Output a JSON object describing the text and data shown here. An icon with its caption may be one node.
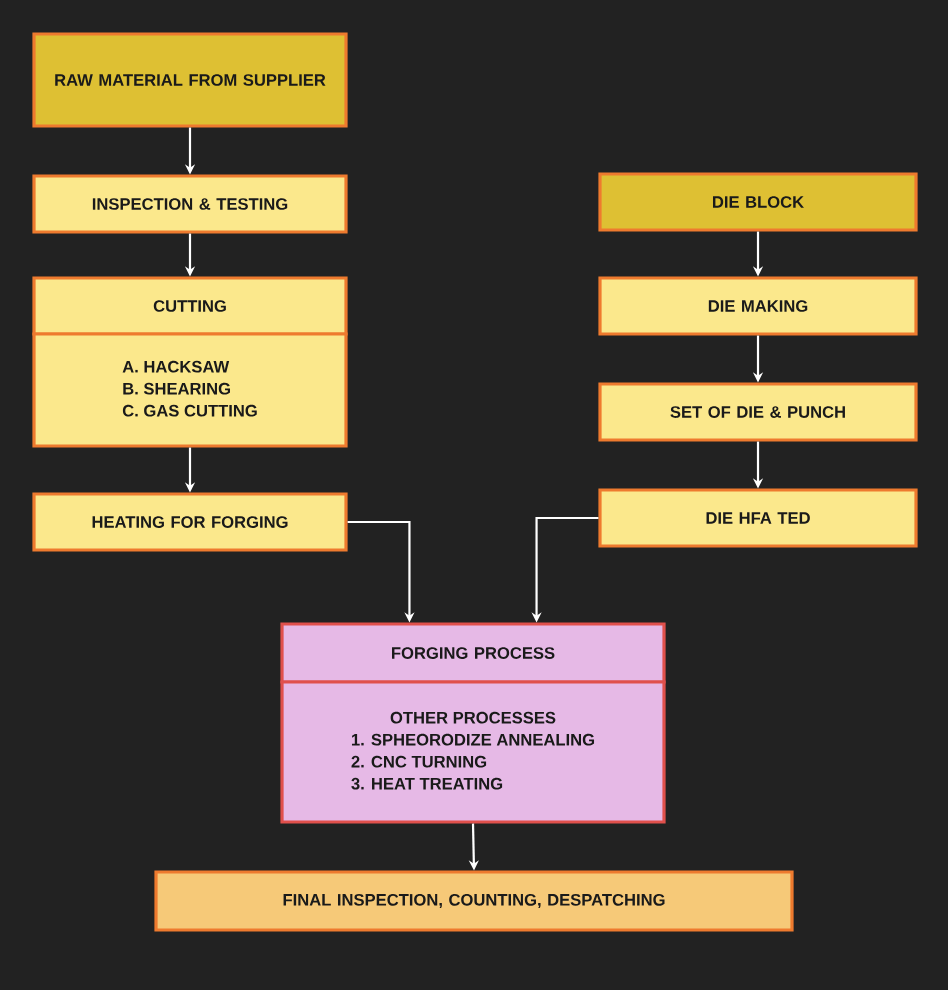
{
  "diagram": {
    "nodes": [
      {
        "text": [
          "RAW MATERIAL FROM SUPPLIER"
        ]
      },
      {
        "text": [
          "INSPECTION & TESTING"
        ]
      },
      {
        "text": [
          "CUTTING"
        ]
      },
      {
        "text": [
          "A. HACKSAW",
          "B. SHEARING",
          "C. GAS CUTTING"
        ]
      },
      {
        "text": [
          "HEATING FOR FORGING"
        ]
      },
      {
        "text": [
          "DIE BLOCK"
        ]
      },
      {
        "text": [
          "DIE MAKING"
        ]
      },
      {
        "text": [
          "SET OF DIE & PUNCH"
        ]
      },
      {
        "text": [
          "DIE HFA TED"
        ]
      },
      {
        "text": [
          "FORGING PROCESS"
        ]
      },
      {
        "text": [
          "OTHER PROCESSES",
          "1. SPHEORODIZE ANNEALING",
          "2. CNC TURNING",
          "3. HEAT TREATING"
        ]
      },
      {
        "text": [
          "FINAL INSPECTION, COUNTING, DESPATCHING"
        ]
      }
    ],
    "edges": [
      {
        "from": 0,
        "to": 1,
        "arrow": "to"
      },
      {
        "from": 1,
        "to": 2,
        "arrow": "to"
      },
      {
        "from": 3,
        "to": 4,
        "arrow": "to"
      },
      {
        "from": 4,
        "to": 9,
        "arrow": "to"
      },
      {
        "from": 5,
        "to": 6,
        "arrow": "to"
      },
      {
        "from": 6,
        "to": 7,
        "arrow": "to"
      },
      {
        "from": 7,
        "to": 8,
        "arrow": "to"
      },
      {
        "from": 8,
        "to": 9,
        "arrow": "to"
      },
      {
        "from": 10,
        "to": 11,
        "arrow": "to"
      }
    ]
  }
}
